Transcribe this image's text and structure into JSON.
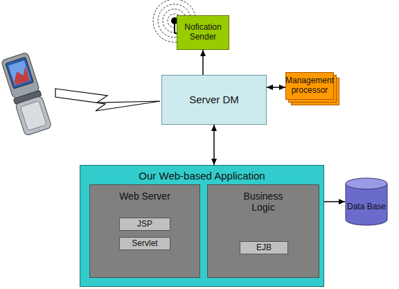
{
  "diagram": {
    "nodes": [
      {
        "text": [
          "Nofication Sender"
        ]
      },
      {
        "text": [
          "Server DM"
        ]
      },
      {
        "text": [
          "Management processor"
        ]
      },
      {
        "text": [
          "Our Web-based Application"
        ]
      },
      {
        "text": [
          "Web Server"
        ],
        "in": 3
      },
      {
        "text": [
          "JSP"
        ],
        "in": 4
      },
      {
        "text": [
          "Servlet"
        ],
        "in": 4
      },
      {
        "text": [
          "Business Logic"
        ],
        "in": 3
      },
      {
        "text": [
          "EJB"
        ],
        "in": 7
      },
      {
        "text": [
          "Data Base"
        ]
      }
    ],
    "edges": [
      {
        "from": 1,
        "to": 0,
        "arrow": "to"
      },
      {
        "from": 1,
        "to": 2,
        "arrow": "both"
      },
      {
        "from": 1,
        "to": 3,
        "arrow": "both"
      },
      {
        "from": 3,
        "to": 9,
        "arrow": "to"
      }
    ]
  }
}
